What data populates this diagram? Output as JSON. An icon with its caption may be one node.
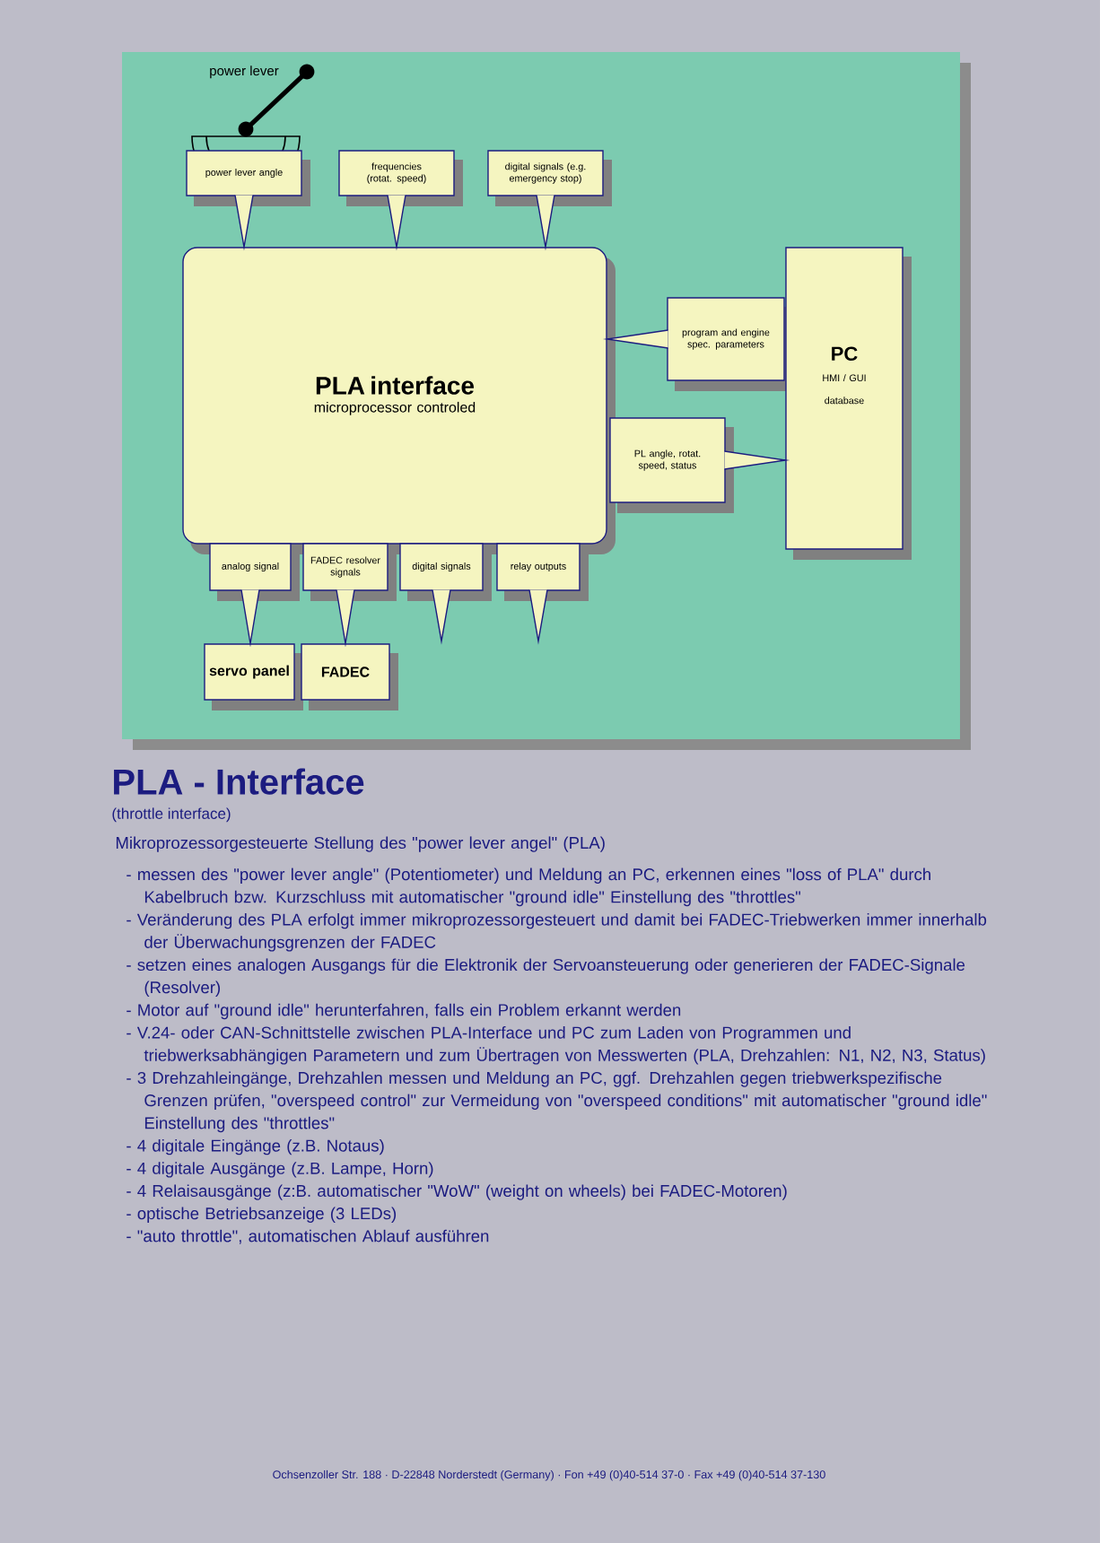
{
  "diagram": {
    "title": "PLA - Interface",
    "nodes": [
      {
        "text": [
          "power lever angle"
        ]
      },
      {
        "text": [
          "frequencies (rotat. speed)"
        ]
      },
      {
        "text": [
          "digital signals (e.g. emergency stop)"
        ]
      },
      {
        "text": [
          "PLA interface",
          "microprocessor controled"
        ]
      },
      {
        "text": [
          "program and engine spec. parameters"
        ]
      },
      {
        "text": [
          "PC",
          "HMI / GUI",
          "database"
        ]
      },
      {
        "text": [
          "PL angle, rotat. speed, status"
        ]
      },
      {
        "text": [
          "analog signal"
        ]
      },
      {
        "text": [
          "FADEC resolver signals"
        ]
      },
      {
        "text": [
          "digital signals"
        ]
      },
      {
        "text": [
          "relay outputs"
        ]
      },
      {
        "text": [
          "servo panel"
        ]
      },
      {
        "text": [
          "FADEC"
        ]
      }
    ],
    "edges": [
      {
        "from": 0,
        "to": 3,
        "arrow": "to"
      },
      {
        "from": 1,
        "to": 3,
        "arrow": "to"
      },
      {
        "from": 2,
        "to": 3,
        "arrow": "to"
      },
      {
        "from": 4,
        "to": 3,
        "arrow": "to"
      },
      {
        "from": 6,
        "to": 5,
        "arrow": "to"
      },
      {
        "from": 7,
        "to": 11,
        "arrow": "to"
      },
      {
        "from": 8,
        "to": 12,
        "arrow": "to"
      },
      {
        "from": 9,
        "to": null,
        "arrow": "to"
      },
      {
        "from": 10,
        "to": null,
        "arrow": "to"
      }
    ],
    "labels": [
      "power lever",
      "(throttle interface)",
      "Mikroprozessorgesteuerte Stellung des \"power lever angel\" (PLA)",
      "- messen des \"power lever angle\" (Potentiometer) und Meldung an PC, erkennen eines \"loss of PLA\" durch Kabelbruch bzw. Kurzschluss mit automatischer \"ground idle\" Einstellung des \"throttles\"",
      "- Veränderung des PLA erfolgt immer mikroprozessorgesteuert und damit bei FADEC-Triebwerken immer innerhalb der Überwachungsgrenzen der FADEC",
      "- setzen eines analogen Ausgangs für die Elektronik der Servoansteuerung oder generieren der FADEC-Signale (Resolver)",
      "- Motor auf \"ground idle\" herunterfahren, falls ein Problem erkannt werden",
      "- V.24- oder CAN-Schnittstelle zwischen PLA-Interface und PC zum Laden von Programmen und triebwerksabhängigen Parametern und zum Übertragen von Messwerten (PLA, Drehzahlen: N1, N2, N3, Status)",
      "- 3 Drehzahleingänge, Drehzahlen messen und Meldung an PC, ggf. Drehzahlen gegen triebwerkspezifische Grenzen prüfen, \"overspeed control\" zur Vermeidung von \"overspeed conditions\" mit automatischer \"ground idle\" Einstellung des \"throttles\"",
      "- 4 digitale Eingänge (z.B. Notaus)",
      "- 4 digitale Ausgänge (z.B. Lampe, Horn)",
      "- 4 Relaisausgänge (z:B. automatischer \"WoW\" (weight on wheels) bei FADEC-Motoren)",
      "- optische Betriebsanzeige (3 LEDs)",
      "- \"auto throttle\", automatischen Ablauf ausführen",
      "Ochsenzoller Str. 188 · D-22848 Norderstedt (Germany) · Fon +49 (0)40-514 37-0 · Fax +49 (0)40-514 37-130"
    ]
  }
}
